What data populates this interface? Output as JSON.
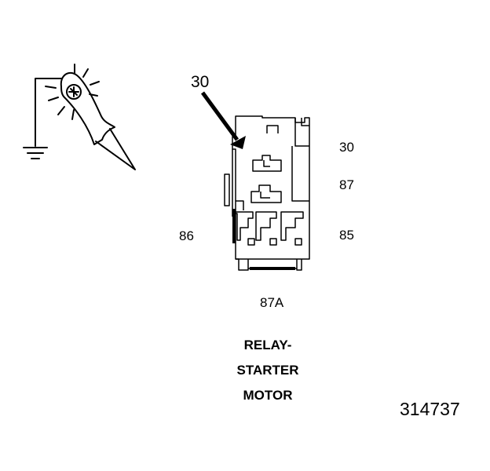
{
  "callout": {
    "terminal": "30"
  },
  "pins": {
    "pin_30": "30",
    "pin_87": "87",
    "pin_86": "86",
    "pin_85": "85",
    "pin_87a": "87A"
  },
  "caption": {
    "line1": "RELAY-",
    "line2": "STARTER",
    "line3": "MOTOR"
  },
  "figure_number": "314737",
  "icons": {
    "probe": "test-light-probe-icon",
    "ground": "ground-symbol-icon"
  }
}
